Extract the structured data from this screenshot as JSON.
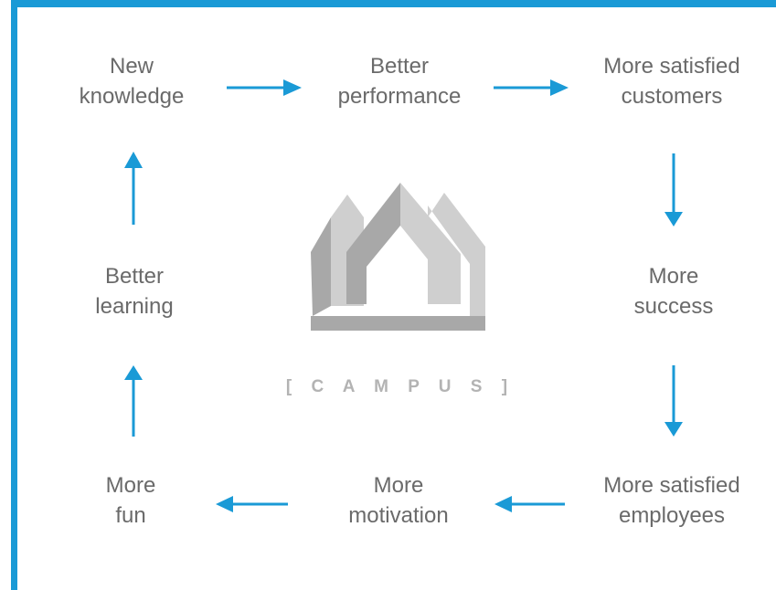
{
  "nodes": {
    "new_knowledge": [
      "New",
      "knowledge"
    ],
    "better_performance": [
      "Better",
      "performance"
    ],
    "more_satisfied_customers": [
      "More satisfied",
      "customers"
    ],
    "more_success": [
      "More",
      "success"
    ],
    "more_satisfied_employees": [
      "More satisfied",
      "employees"
    ],
    "more_motivation": [
      "More",
      "motivation"
    ],
    "more_fun": [
      "More",
      "fun"
    ],
    "better_learning": [
      "Better",
      "learning"
    ]
  },
  "logo": {
    "wordmark": "[ C A M P U S ]"
  },
  "colors": {
    "accent": "#1a9ad6",
    "text": "#6a6a6a",
    "logo_dark": "#a8a8a8",
    "logo_light": "#cfcfcf",
    "logo_text": "#b3b3b3"
  }
}
